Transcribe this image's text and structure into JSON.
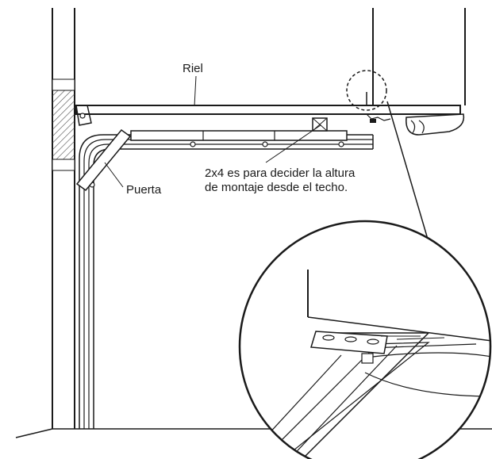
{
  "labels": {
    "rail": "Riel",
    "door": "Puerta",
    "note_line1": "2x4 es para decider la altura",
    "note_line2": "de montaje desde el techo."
  },
  "colors": {
    "stroke": "#1a1a1a",
    "hatch": "#555555",
    "background": "#ffffff"
  }
}
